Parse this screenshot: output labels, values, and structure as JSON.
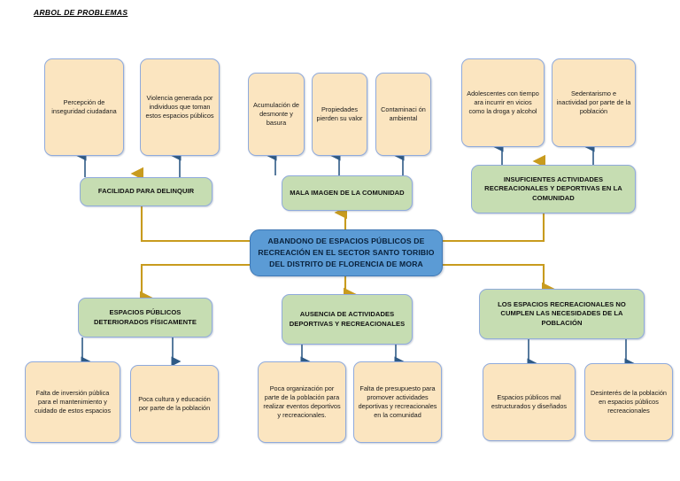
{
  "page": {
    "title": "ARBOL DE PROBLEMAS",
    "background_color": "#FFFFFF"
  },
  "palette": {
    "cause_fill": "#FBE5C0",
    "cause_border": "#8FAADC",
    "branch_fill": "#C6DDB2",
    "branch_border": "#8FAADC",
    "core_fill": "#5B9BD5",
    "core_border": "#3F78B5",
    "arrow_blue": "#2E5A86",
    "connector_gold": "#C89B1E"
  },
  "core": {
    "label": "ABANDONO DE ESPACIOS PÚBLICOS DE RECREACIÓN EN EL SECTOR SANTO TORIBIO DEL DISTRITO DE FLORENCIA DE MORA"
  },
  "effects": {
    "branches": [
      {
        "id": "facilidad-para-delinquir",
        "label": "FACILIDAD PARA DELINQUIR",
        "items": [
          {
            "id": "percepcion-inseguridad",
            "label": "Percepción de inseguridad ciudadana"
          },
          {
            "id": "violencia-individuos",
            "label": "Violencia generada por individuos que toman estos espacios públicos"
          }
        ]
      },
      {
        "id": "mala-imagen-comunidad",
        "label": "MALA IMAGEN DE LA COMUNIDAD",
        "items": [
          {
            "id": "acumulacion-desmonte",
            "label": "Acumulación de desmonte y basura"
          },
          {
            "id": "propiedades-pierden-valor",
            "label": "Propiedades pierden su valor"
          },
          {
            "id": "contaminacion-ambiental",
            "label": "Contaminaci ón ambiental"
          }
        ]
      },
      {
        "id": "insuficientes-actividades",
        "label": "INSUFICIENTES ACTIVIDADES RECREACIONALES Y DEPORTIVAS EN LA COMUNIDAD",
        "items": [
          {
            "id": "adolescentes-vicios",
            "label": "Adolescentes con tiempo ara incurrir en vicios como la droga y alcohol"
          },
          {
            "id": "sedentarismo-inactividad",
            "label": "Sedentarismo e inactividad por parte de la población"
          }
        ]
      }
    ]
  },
  "causes": {
    "branches": [
      {
        "id": "espacios-deteriorados",
        "label": "ESPACIOS PÚBLICOS DETERIORADOS FÍSICAMENTE",
        "items": [
          {
            "id": "falta-inversion",
            "label": "Falta de inversión pública para el mantenimiento y cuidado de estos espacios"
          },
          {
            "id": "poca-cultura",
            "label": "Poca cultura y educación por parte de la población"
          }
        ]
      },
      {
        "id": "ausencia-actividades",
        "label": "AUSENCIA DE ACTIVIDADES DEPORTIVAS Y RECREACIONALES",
        "items": [
          {
            "id": "poca-organizacion",
            "label": "Poca organización por parte de la población para realizar eventos deportivos y recreacionales."
          },
          {
            "id": "falta-presupuesto",
            "label": "Falta de presupuesto para promover actividades deportivas y recreacionales en la comunidad"
          }
        ]
      },
      {
        "id": "espacios-no-cumplen",
        "label": "LOS ESPACIOS RECREACIONALES NO CUMPLEN LAS NECESIDADES DE LA POBLACIÓN",
        "items": [
          {
            "id": "mal-estructurados",
            "label": "Espacios públicos mal estructurados y diseñados"
          },
          {
            "id": "desinteres-poblacion",
            "label": "Desinterés de la población en espacios públicos recreacionales"
          }
        ]
      }
    ]
  }
}
